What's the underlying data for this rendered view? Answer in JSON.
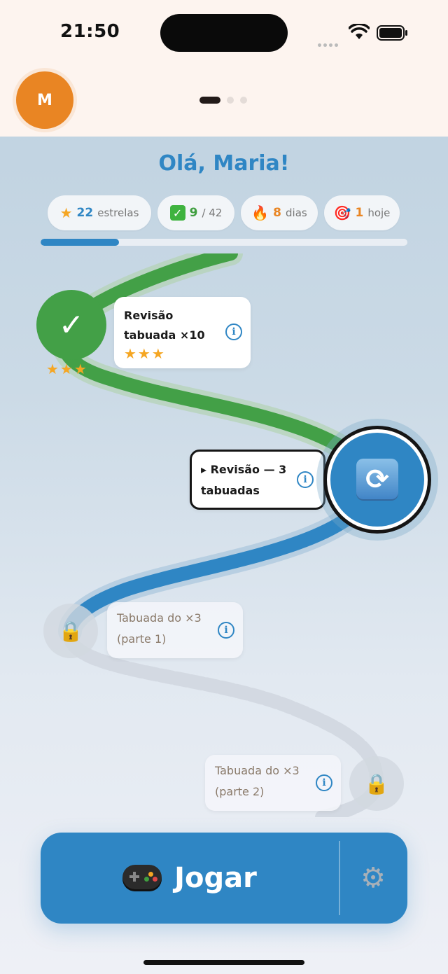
{
  "status_bar": {
    "time": "21:50"
  },
  "header": {
    "avatar_initial": "M"
  },
  "greeting": "Olá, Maria!",
  "stats": {
    "stars": {
      "value": "22",
      "label": "estrelas"
    },
    "completed": {
      "value": "9",
      "total": "/ 42"
    },
    "streak": {
      "value": "8",
      "label": "dias"
    },
    "today": {
      "value": "1",
      "label": "hoje"
    }
  },
  "progress": {
    "fraction": 0.214
  },
  "path": {
    "done": {
      "title_line1": "Revisão",
      "title_line2": "tabuada ×10",
      "card_stars": "★★★",
      "node_stars": "★★★"
    },
    "current": {
      "title_line1": "▸ Revisão — 3",
      "title_line2": "tabuadas"
    },
    "locked_1": {
      "title_line1": "Tabuada do ×3",
      "title_line2": "(parte 1)"
    },
    "locked_2": {
      "title_line1": "Tabuada do ×3",
      "title_line2": "(parte 2)"
    },
    "info_glyph": "i"
  },
  "play_button": {
    "label": "Jogar"
  },
  "colors": {
    "accent_blue": "#2f86c4",
    "done_green": "#43a047",
    "avatar_orange": "#e98523",
    "star": "#f5a623"
  },
  "icons": {
    "stars": "star-icon",
    "completed": "check-box-icon",
    "streak": "fire-icon",
    "today": "target-icon",
    "play": "gamepad-icon",
    "settings": "gear-icon"
  }
}
